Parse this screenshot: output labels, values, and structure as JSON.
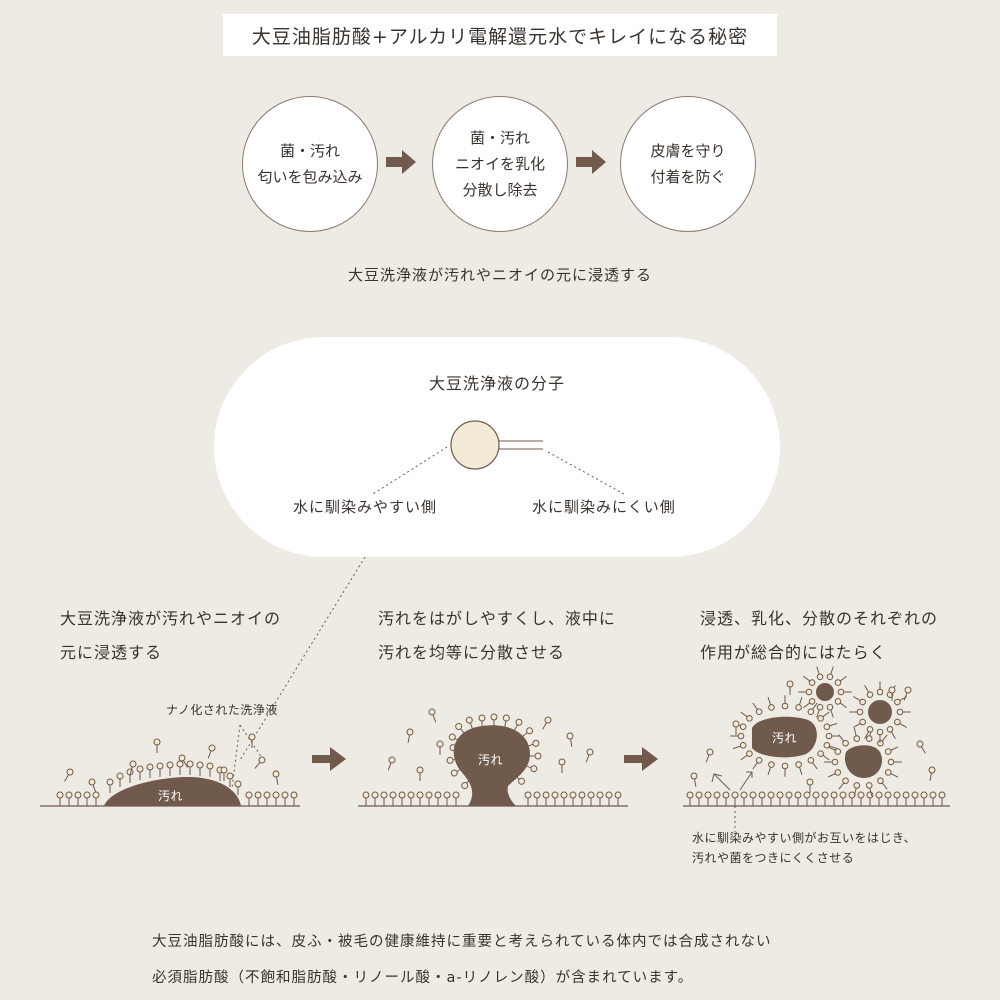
{
  "title": "大豆油脂肪酸+アルカリ電解還元水でキレイになる秘密",
  "steps": [
    {
      "line1": "菌・汚れ",
      "line2": "匂いを包み込み",
      "line3": ""
    },
    {
      "line1": "菌・汚れ",
      "line2": "ニオイを乳化",
      "line3": "分散し除去"
    },
    {
      "line1": "皮膚を守り",
      "line2": "付着を防ぐ",
      "line3": ""
    }
  ],
  "step_caption": "大豆洗浄液が汚れやニオイの元に浸透する",
  "molecule": {
    "title": "大豆洗浄液の分子",
    "left_label": "水に馴染みやすい側",
    "right_label": "水に馴染みにくい側"
  },
  "stages": [
    {
      "line1": "大豆洗浄液が汚れやニオイの",
      "line2": "元に浸透する"
    },
    {
      "line1": "汚れをはがしやすくし、液中に",
      "line2": "汚れを均等に分散させる"
    },
    {
      "line1": "浸透、乳化、分散のそれぞれの",
      "line2": "作用が総合的にはたらく"
    }
  ],
  "nano_label": "ナノ化された洗浄液",
  "dirt_label": "汚れ",
  "repel_note": {
    "line1": "水に馴染みやすい側がお互いをはじき、",
    "line2": "汚れや菌をつきにくくさせる"
  },
  "bottom": {
    "line1": "大豆油脂肪酸には、皮ふ・被毛の健康維持に重要と考えられている体内では合成されない",
    "line2": "必須脂肪酸（不飽和脂肪酸・リノール酸・a-リノレン酸）が含まれています。"
  },
  "colors": {
    "background": "#eeeae4",
    "brown": "#6f5a4c",
    "head_fill": "#f3ead5",
    "text": "#3a332d"
  }
}
